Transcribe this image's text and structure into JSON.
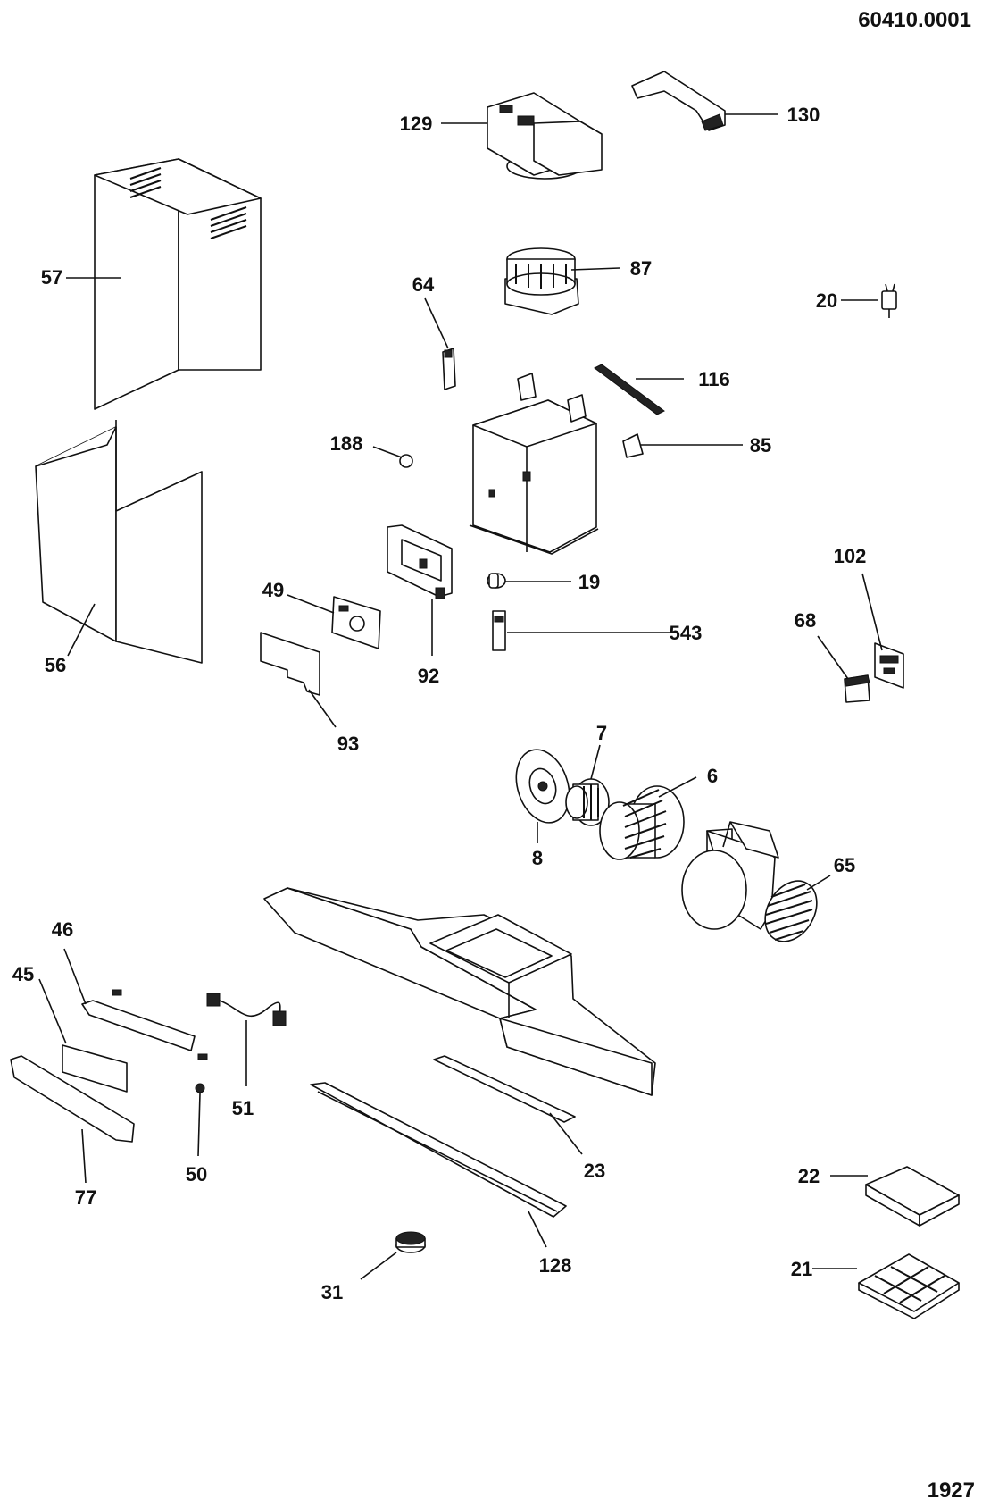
{
  "doc_number": "60410.0001",
  "page_code": "1927",
  "callouts": {
    "p57": "57",
    "p56": "56",
    "p129": "129",
    "p130": "130",
    "p87": "87",
    "p64": "64",
    "p20": "20",
    "p116": "116",
    "p188": "188",
    "p85": "85",
    "p49": "49",
    "p92": "92",
    "p93": "93",
    "p19": "19",
    "p543": "543",
    "p102": "102",
    "p68": "68",
    "p7": "7",
    "p6": "6",
    "p8": "8",
    "p65": "65",
    "p46": "46",
    "p45": "45",
    "p51": "51",
    "p50": "50",
    "p77": "77",
    "p23": "23",
    "p128": "128",
    "p22": "22",
    "p21": "21",
    "p31": "31"
  }
}
